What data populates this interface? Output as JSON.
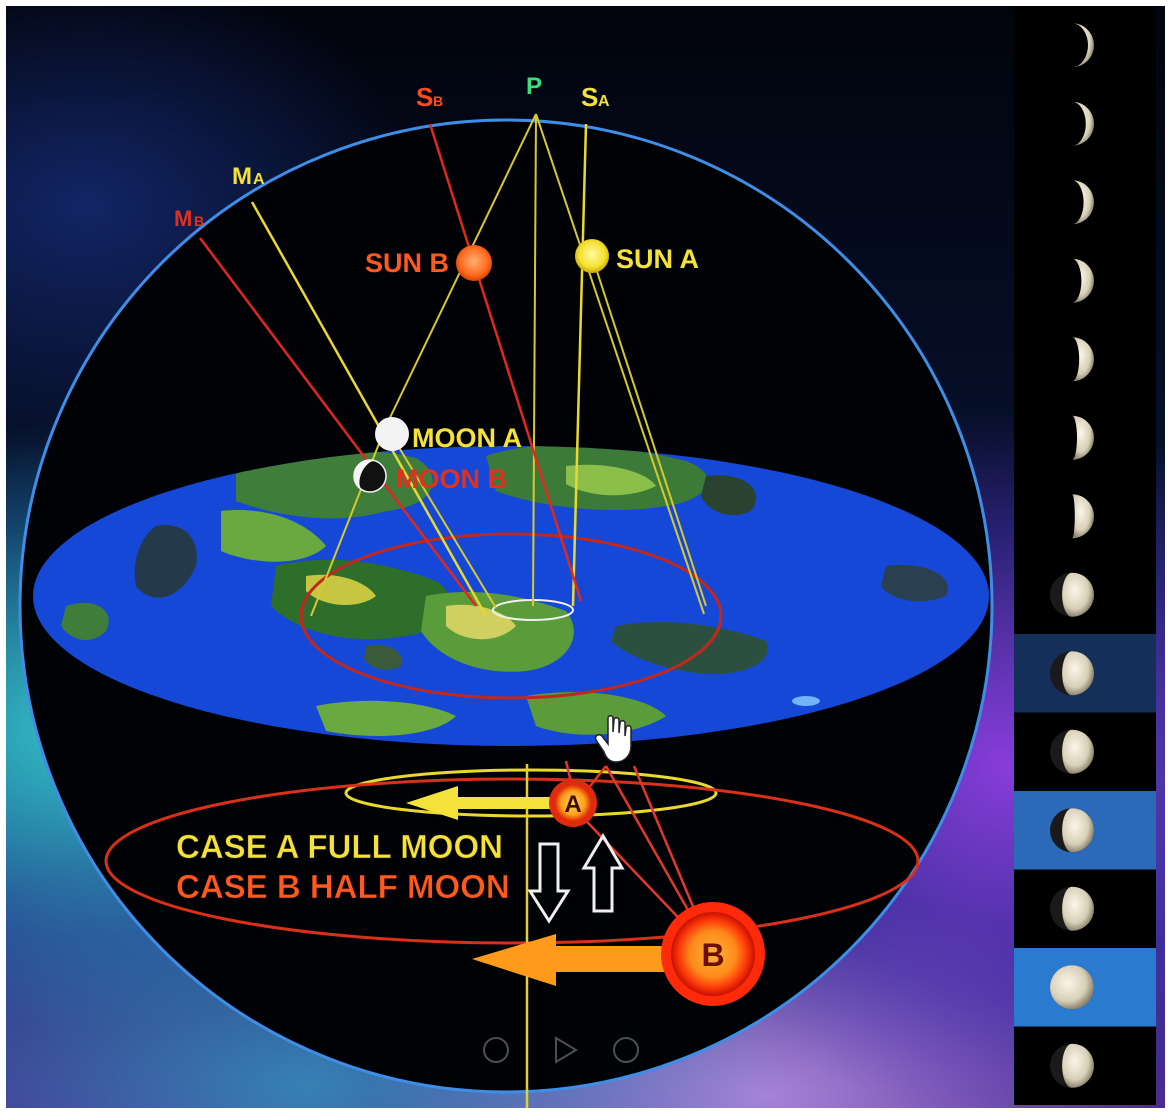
{
  "labels": {
    "p": "P",
    "sa": "S",
    "sa_sub": "A",
    "sb": "S",
    "sb_sub": "B",
    "ma": "M",
    "ma_sub": "A",
    "mb": "M",
    "mb_sub": "B",
    "sun_a": "SUN A",
    "sun_b": "SUN B",
    "moon_a": "MOON A",
    "moon_b": "MOON B",
    "marker_a": "A",
    "marker_b": "B"
  },
  "legend": {
    "case_a": "CASE A FULL MOON",
    "case_b": "CASE B HALF MOON"
  },
  "colors": {
    "yellow": "#f4e23a",
    "orange": "#ff5a1e",
    "red": "#e0201a",
    "green": "#39e07a",
    "ocean": "#1648d8",
    "dome": "#3e8ee8"
  },
  "moon_phase_strip": [
    "crescent",
    "crescent",
    "crescent",
    "crescent",
    "crescent",
    "crescent",
    "crescent",
    "gibbous",
    "gibbous",
    "gibbous",
    "gibbous",
    "gibbous",
    "full",
    "gibbous"
  ],
  "video_controls": [
    "rewind-10-icon",
    "play-icon",
    "forward-10-icon"
  ]
}
